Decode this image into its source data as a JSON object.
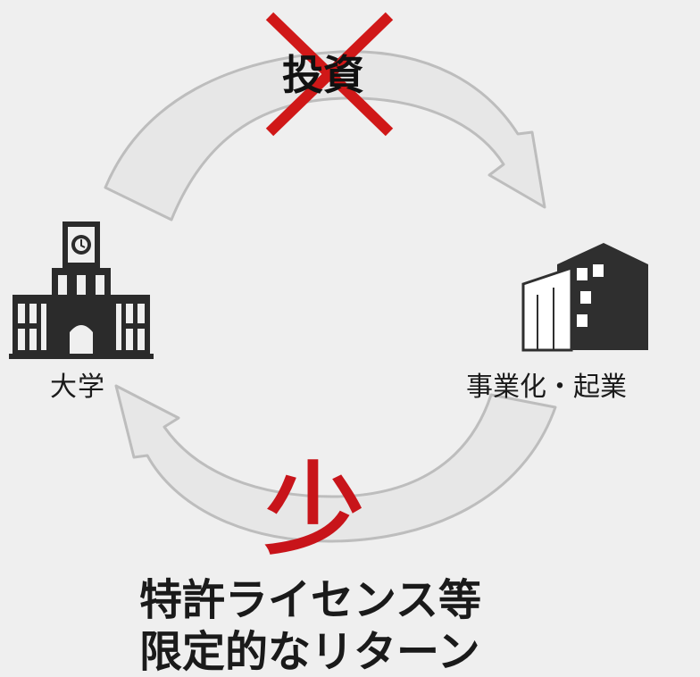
{
  "diagram": {
    "nodes": {
      "university": {
        "label": "大学",
        "icon": "university-building-icon"
      },
      "business": {
        "label": "事業化・起業",
        "icon": "office-building-icon"
      }
    },
    "top_flow": {
      "label": "投資",
      "status_mark": "cross-mark-icon",
      "mark_color": "#d01818"
    },
    "bottom_flow": {
      "emphasis": "少",
      "emphasis_color": "#c8141a",
      "caption_line1": "特許ライセンス等",
      "caption_line2": "限定的なリターン"
    },
    "colors": {
      "background": "#efefef",
      "arrow_stroke": "#bdbdbd",
      "icon_fill": "#2b2b2b",
      "text": "#1a1a1a"
    }
  }
}
